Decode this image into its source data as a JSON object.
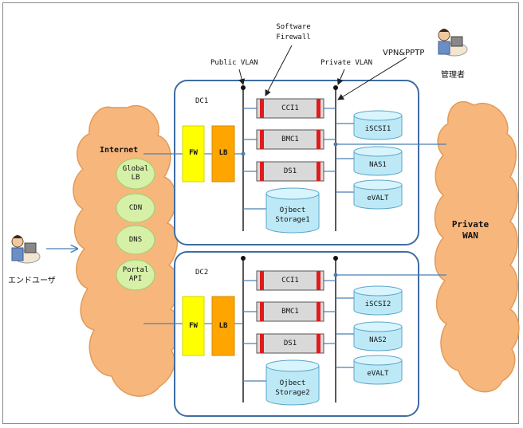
{
  "labels": {
    "software_firewall": "Software\nFirewall",
    "public_vlan": "Public VLAN",
    "private_vlan": "Private VLAN",
    "vpn": "VPN&PPTP",
    "admin": "管理者",
    "end_user": "エンドユーザ",
    "internet": "Internet",
    "private_wan": "Private\nWAN"
  },
  "internet_services": [
    "Global\nLB",
    "CDN",
    "DNS",
    "Portal\nAPI"
  ],
  "dc1": {
    "title": "DC1",
    "fw": "FW",
    "lb": "LB",
    "servers": [
      "CCI1",
      "BMC1",
      "DS1"
    ],
    "storage_right": [
      "iSCSI1",
      "NAS1",
      "eVALT"
    ],
    "object_storage": "Ojbect\nStorage1"
  },
  "dc2": {
    "title": "DC2",
    "fw": "FW",
    "lb": "LB",
    "servers": [
      "CCI1",
      "BMC1",
      "DS1"
    ],
    "storage_right": [
      "iSCSI2",
      "NAS2",
      "eVALT"
    ],
    "object_storage": "Ojbect\nStorage2"
  },
  "colors": {
    "cloud": "#f7b77c",
    "green": "#d6f0a8",
    "fw": "#ffff00",
    "lb": "#ffa500",
    "server": "#d9d9d9",
    "cylinder": "#bde9f7",
    "dc_border": "#3f6da3",
    "red": "#e01b1b",
    "line": "#4a7fb5"
  }
}
